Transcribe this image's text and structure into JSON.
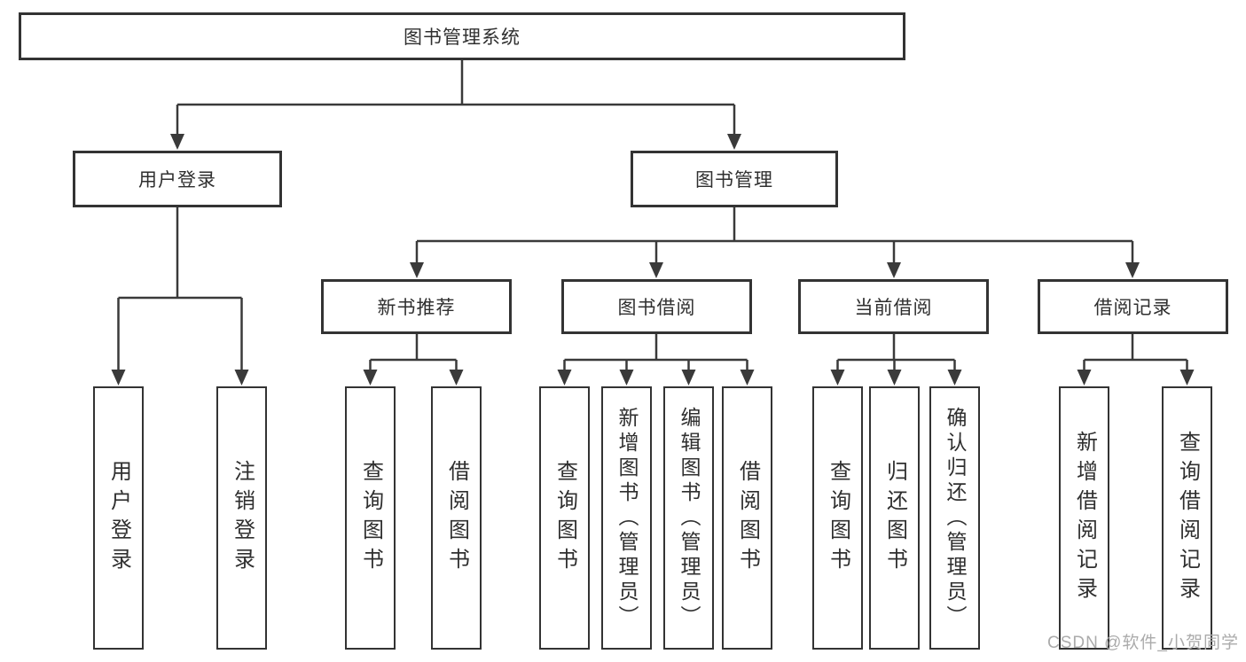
{
  "diagram": {
    "title": "图书管理系统",
    "level2": [
      {
        "label": "用户登录",
        "parent": "图书管理系统"
      },
      {
        "label": "图书管理",
        "parent": "图书管理系统"
      }
    ],
    "level3": [
      {
        "label": "新书推荐",
        "parent": "图书管理"
      },
      {
        "label": "图书借阅",
        "parent": "图书管理"
      },
      {
        "label": "当前借阅",
        "parent": "图书管理"
      },
      {
        "label": "借阅记录",
        "parent": "图书管理"
      }
    ],
    "leaves": [
      {
        "label": "用户登录",
        "parent": "用户登录"
      },
      {
        "label": "注销登录",
        "parent": "用户登录"
      },
      {
        "label": "查询图书",
        "parent": "新书推荐"
      },
      {
        "label": "借阅图书",
        "parent": "新书推荐"
      },
      {
        "label": "查询图书",
        "parent": "图书借阅"
      },
      {
        "label": "新增图书（管理员）",
        "parent": "图书借阅"
      },
      {
        "label": "编辑图书（管理员）",
        "parent": "图书借阅"
      },
      {
        "label": "借阅图书",
        "parent": "图书借阅"
      },
      {
        "label": "查询图书",
        "parent": "当前借阅"
      },
      {
        "label": "归还图书",
        "parent": "当前借阅"
      },
      {
        "label": "确认归还（管理员）",
        "parent": "当前借阅"
      },
      {
        "label": "新增借阅记录",
        "parent": "借阅记录"
      },
      {
        "label": "查询借阅记录",
        "parent": "借阅记录"
      }
    ]
  },
  "watermark": {
    "text": "CSDN @软件_小贺同学"
  },
  "colors": {
    "line": "#3a3a3a",
    "box_border": "#333333",
    "text": "#2f2f2f",
    "watermark": "#ababab",
    "background": "#ffffff"
  }
}
